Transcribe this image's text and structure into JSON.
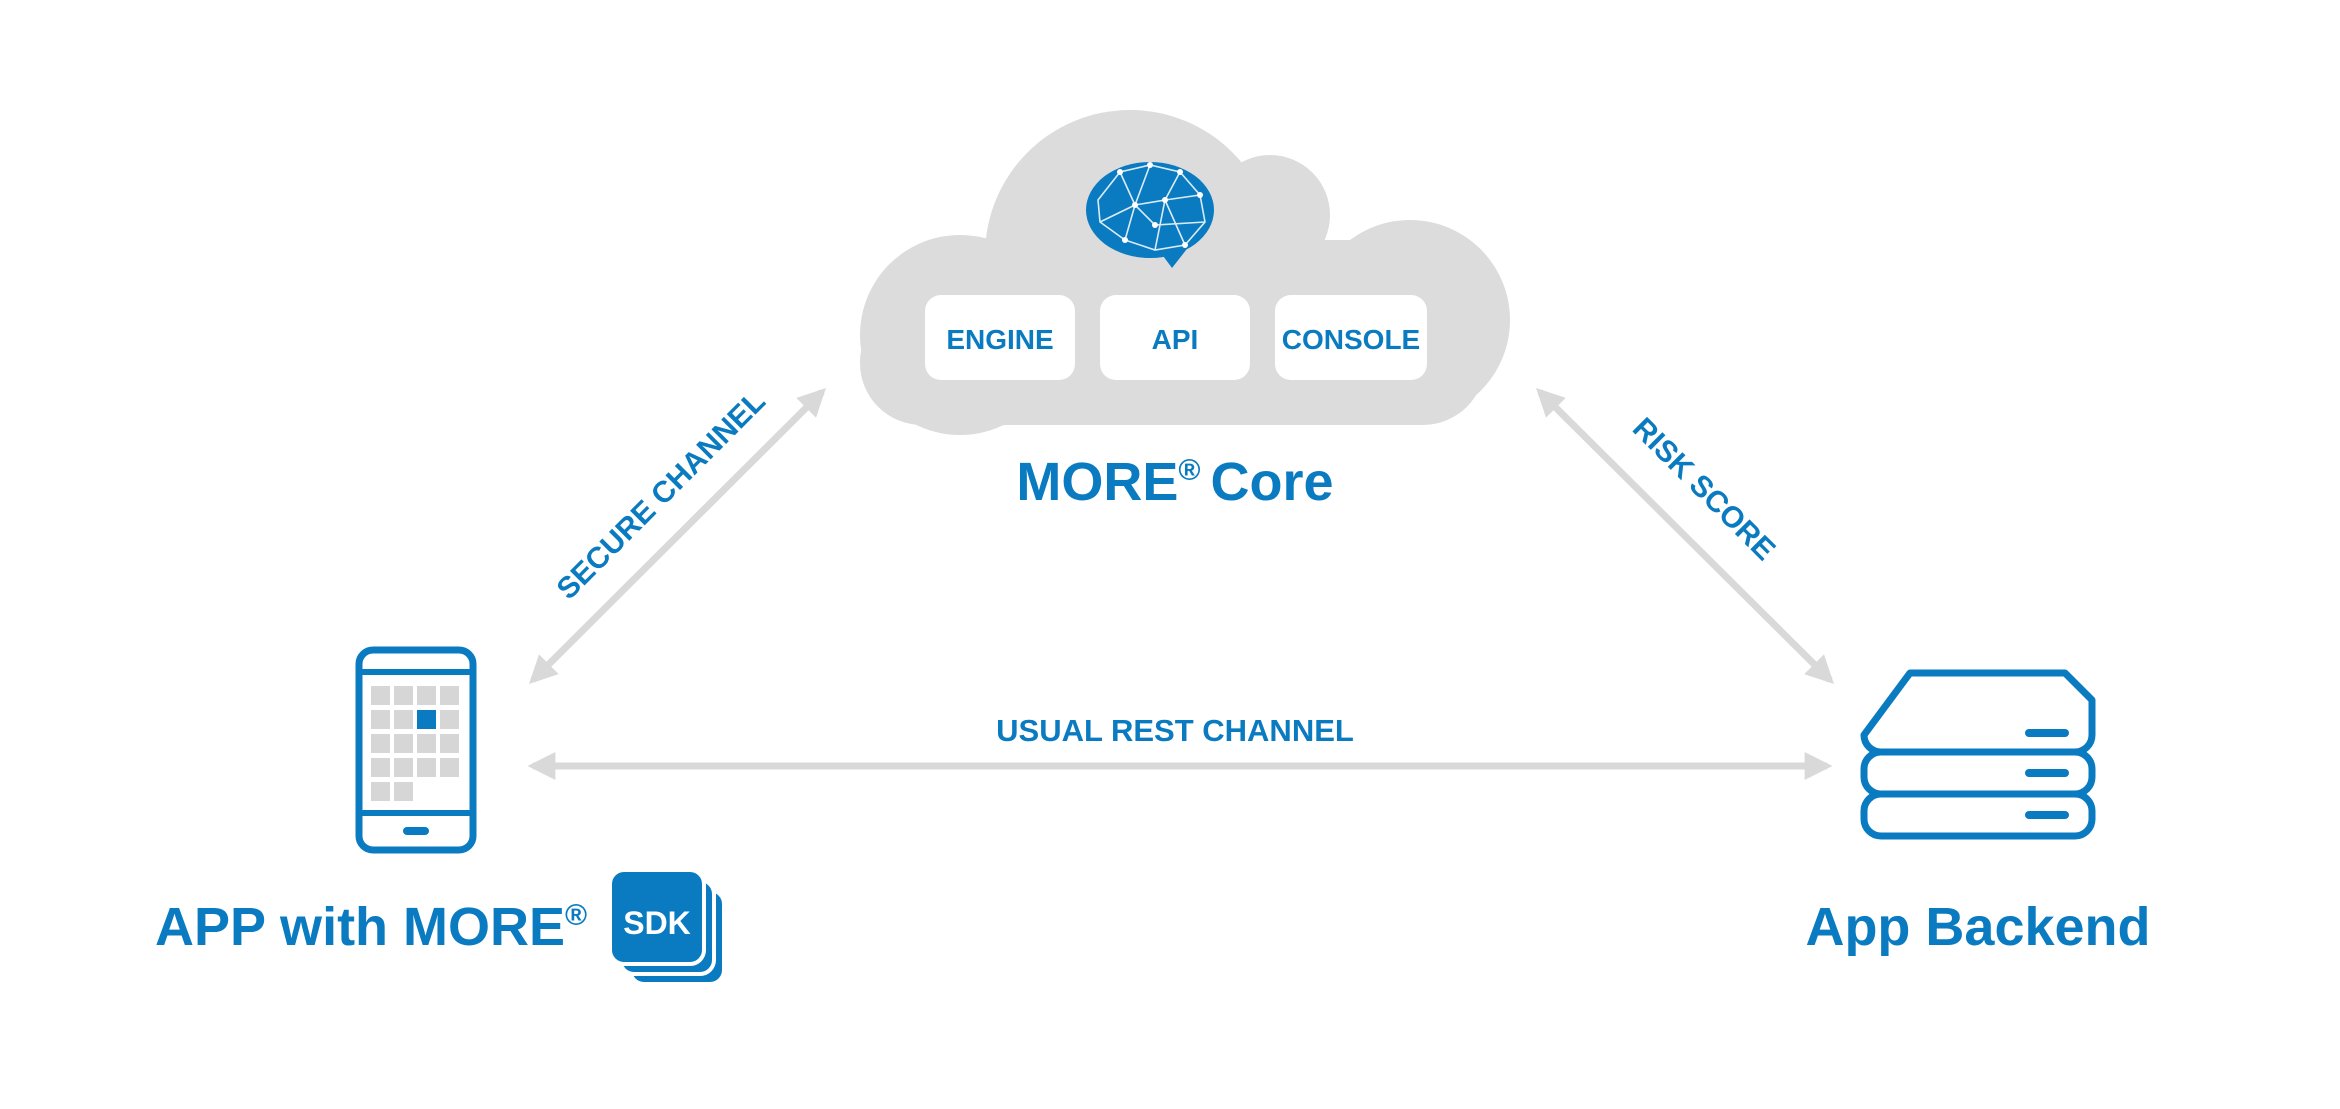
{
  "colors": {
    "primary": "#0a7bc0",
    "cloud": "#dcdcdc",
    "arrow": "#d9d9d9",
    "pill": "#ffffff",
    "grid_cell": "#d6d6d6"
  },
  "core": {
    "title_main": "MORE",
    "title_reg": "®",
    "title_suffix": "Core",
    "modules": [
      {
        "label": "ENGINE"
      },
      {
        "label": "API"
      },
      {
        "label": "CONSOLE"
      }
    ],
    "icon": "brain-network-icon"
  },
  "channels": {
    "secure": "SECURE CHANNEL",
    "risk": "RISK SCORE",
    "rest": "USUAL REST CHANNEL"
  },
  "app": {
    "label_main": "APP with MORE",
    "label_reg": "®",
    "sdk_badge": "SDK",
    "icon": "smartphone-icon"
  },
  "backend": {
    "label": "App Backend",
    "icon": "server-stack-icon"
  }
}
